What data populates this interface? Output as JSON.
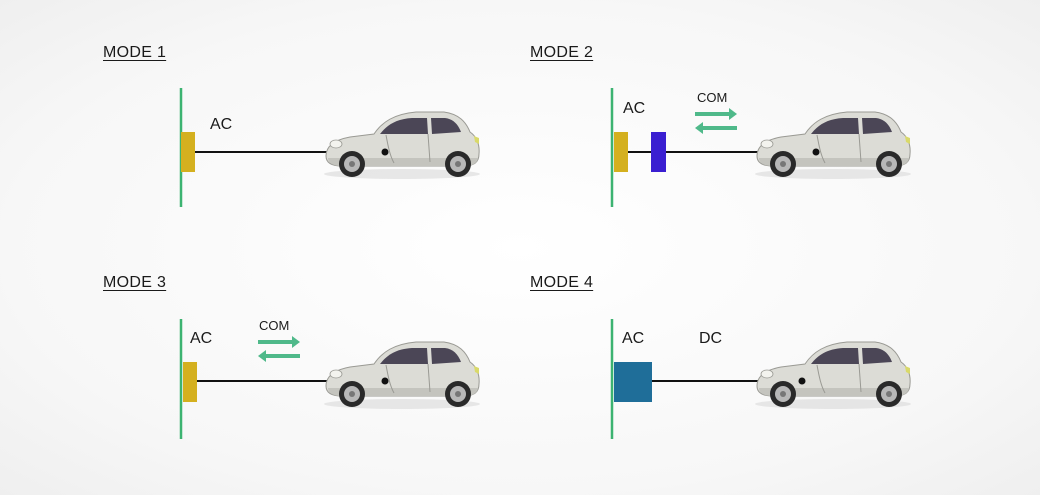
{
  "panels": [
    {
      "title": "MODE 1",
      "ac_label": "AC"
    },
    {
      "title": "MODE 2",
      "ac_label": "AC",
      "com_label": "COM"
    },
    {
      "title": "MODE 3",
      "ac_label": "AC",
      "com_label": "COM"
    },
    {
      "title": "MODE 4",
      "ac_label": "AC",
      "dc_label": "DC"
    }
  ],
  "colors": {
    "grid_line": "#3cb371",
    "ac_socket": "#d4b01f",
    "control_box": "#3a1fd1",
    "dc_charger": "#1f6e99",
    "com_arrows": "#4fb98a",
    "cable": "#111111",
    "car_body": "#dcdcd6"
  }
}
